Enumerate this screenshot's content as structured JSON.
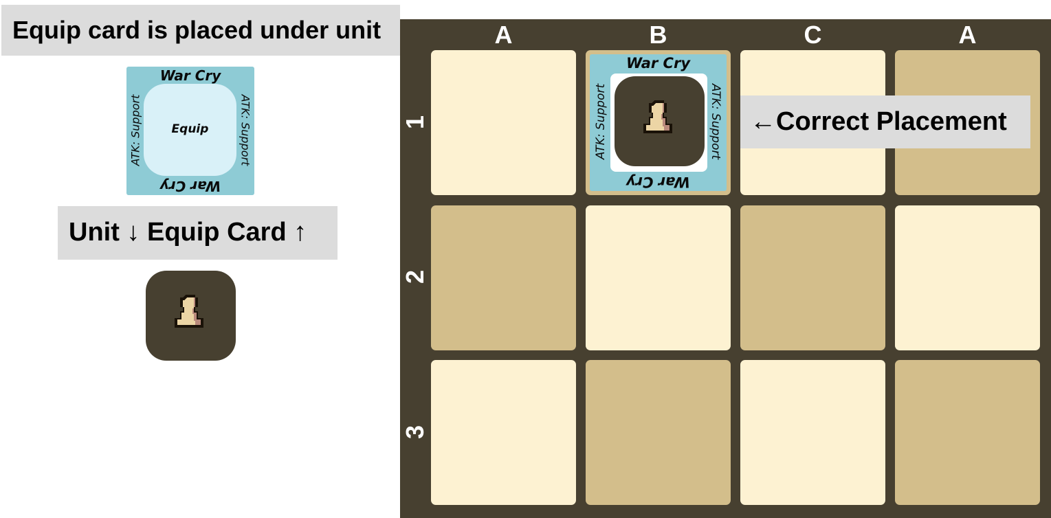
{
  "colors": {
    "board": "#474030",
    "cell_light": "#fdf2d2",
    "cell_dark": "#d3be8b",
    "card": "#8ecbd5",
    "card_inner": "#d9f1f8",
    "label_bg": "#dcdcdc"
  },
  "instructions": {
    "title": "Equip card is placed under unit",
    "unit_equip": "Unit ↓ Equip Card ↑",
    "correct_placement": "←Correct Placement"
  },
  "equip_card": {
    "name": "War Cry",
    "type": "Equip",
    "stat": "ATK: Support"
  },
  "unit": {
    "icon": "pawn-icon"
  },
  "board": {
    "columns": [
      "A",
      "B",
      "C",
      "A"
    ],
    "rows": [
      "1",
      "2",
      "3"
    ],
    "cells": [
      [
        "light",
        "dark",
        "light",
        "dark"
      ],
      [
        "dark",
        "light",
        "dark",
        "light"
      ],
      [
        "light",
        "dark",
        "light",
        "dark"
      ]
    ],
    "placed": {
      "row": 1,
      "column": "B",
      "card": "War Cry",
      "unit": "pawn-icon"
    }
  }
}
